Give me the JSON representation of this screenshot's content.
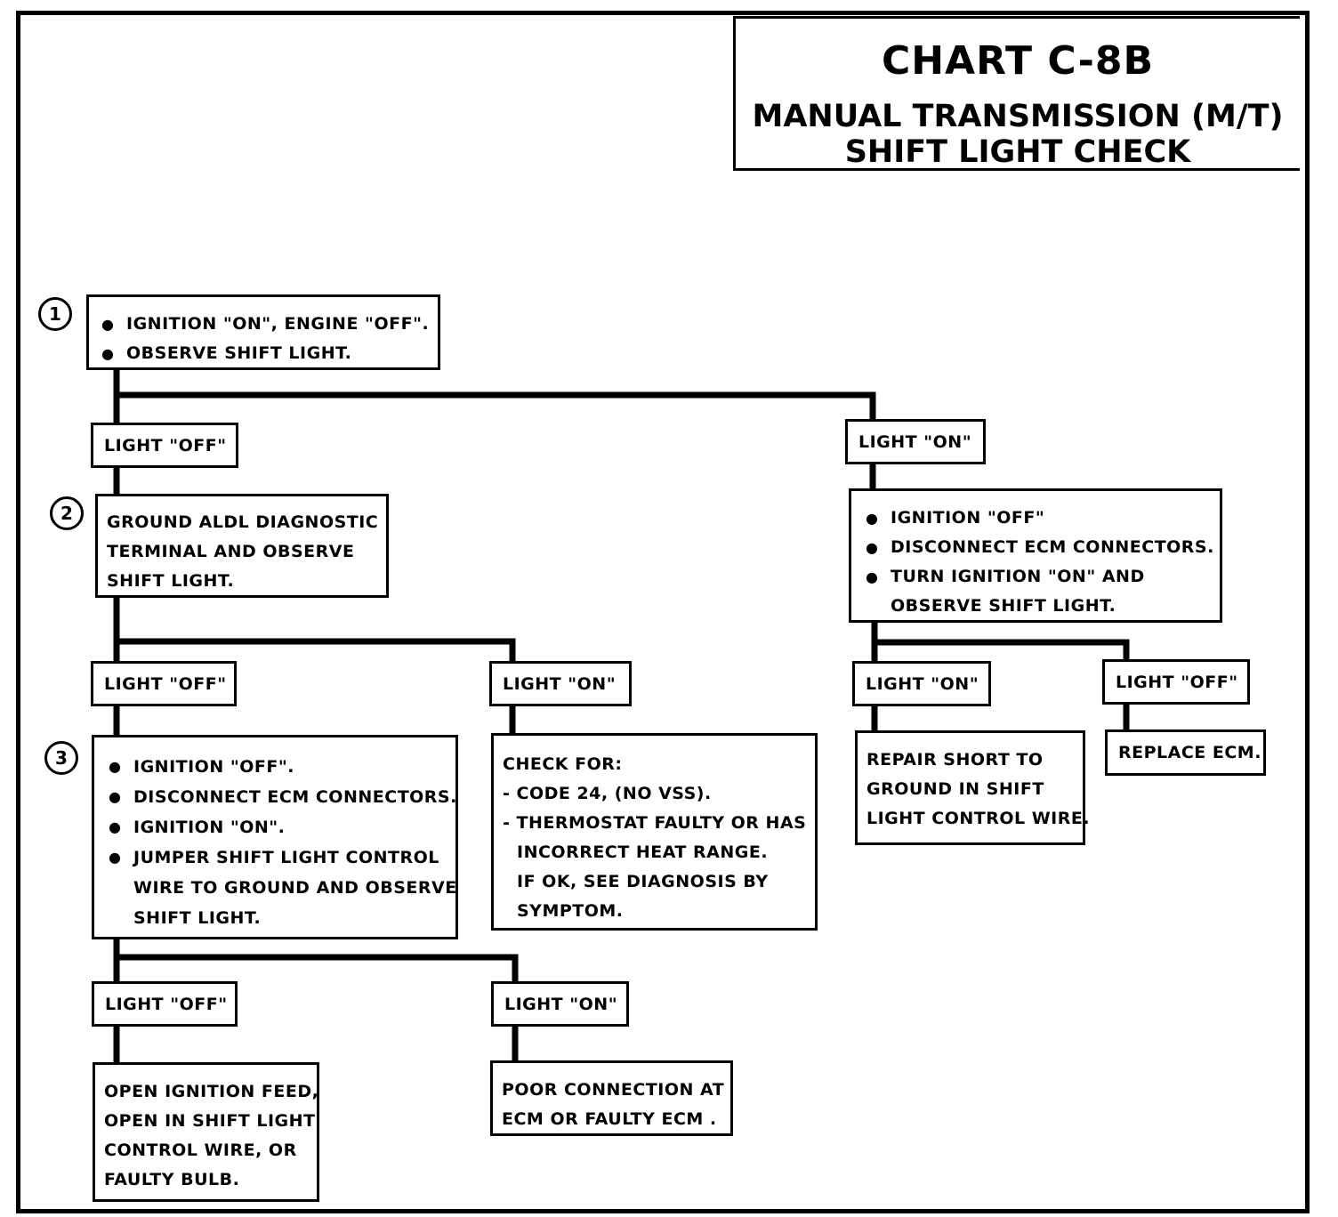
{
  "title": {
    "main": "CHART C-8B",
    "sub1": "MANUAL TRANSMISSION (M/T)",
    "sub2": "SHIFT LIGHT CHECK"
  },
  "steps": {
    "one": "1",
    "two": "2",
    "three": "3"
  },
  "step1": {
    "items": [
      "IGNITION \"ON\", ENGINE \"OFF\".",
      "OBSERVE SHIFT LIGHT."
    ]
  },
  "labels": {
    "s1_off": "LIGHT \"OFF\"",
    "s1_on": "LIGHT \"ON\"",
    "s2_off": "LIGHT \"OFF\"",
    "s2_on": "LIGHT \"ON\"",
    "r_on": "LIGHT \"ON\"",
    "r_off": "LIGHT \"OFF\"",
    "s3_off": "LIGHT \"OFF\"",
    "s3_on": "LIGHT \"ON\""
  },
  "step2": {
    "lines": [
      "GROUND ALDL DIAGNOSTIC",
      "TERMINAL AND OBSERVE",
      "SHIFT LIGHT."
    ]
  },
  "right_check": {
    "items": [
      "IGNITION \"OFF\"",
      "DISCONNECT ECM CONNECTORS.",
      "TURN IGNITION \"ON\" AND"
    ],
    "cont": "OBSERVE SHIFT LIGHT."
  },
  "step3": {
    "items": [
      "IGNITION \"OFF\".",
      "DISCONNECT ECM CONNECTORS.",
      "IGNITION \"ON\".",
      "JUMPER SHIFT LIGHT CONTROL"
    ],
    "cont1": "WIRE TO GROUND AND OBSERVE",
    "cont2": "SHIFT LIGHT."
  },
  "check_for": {
    "heading": "CHECK FOR:",
    "line1": "- CODE 24, (NO VSS).",
    "line2": "- THERMOSTAT FAULTY OR HAS",
    "line3": "INCORRECT HEAT RANGE.",
    "line4": "IF OK, SEE DIAGNOSIS BY",
    "line5": "SYMPTOM."
  },
  "repair_short": {
    "lines": [
      "REPAIR SHORT TO",
      "GROUND IN SHIFT",
      "LIGHT CONTROL WIRE."
    ]
  },
  "replace_ecm": {
    "text": "REPLACE ECM."
  },
  "open_ignition": {
    "lines": [
      "OPEN IGNITION FEED,",
      "OPEN IN SHIFT LIGHT",
      "CONTROL WIRE, OR",
      "FAULTY BULB."
    ]
  },
  "poor_connection": {
    "lines": [
      "POOR CONNECTION AT",
      "ECM OR FAULTY ECM ."
    ]
  }
}
